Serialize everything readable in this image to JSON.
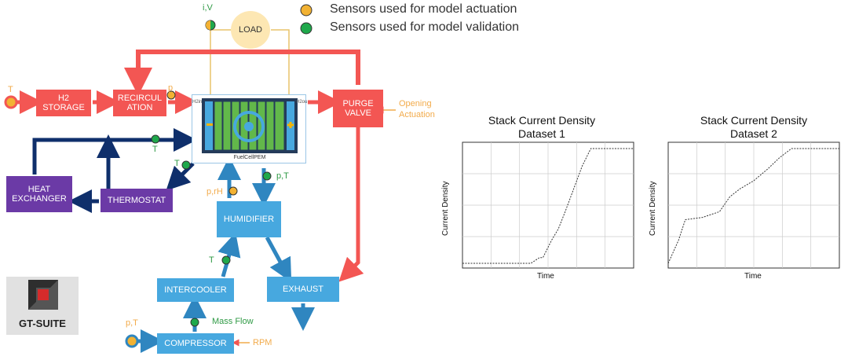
{
  "legend": {
    "actuation": "Sensors used for model actuation",
    "validation": "Sensors used for model validation"
  },
  "components": {
    "load": "LOAD",
    "h2_storage": [
      "H2",
      "STORAGE"
    ],
    "recirculation": [
      "RECIRCUL",
      "ATION"
    ],
    "purge_valve": [
      "PURGE",
      "VALVE"
    ],
    "heat_exchanger": [
      "HEAT",
      "EXCHANGER"
    ],
    "thermostat": "THERMOSTAT",
    "humidifier": "HUMIDIFIER",
    "intercooler": "INTERCOOLER",
    "exhaust": "EXHAUST",
    "compressor": "COMPRESSOR",
    "fuel_cell": "FuelCellPEM"
  },
  "sensor_labels": {
    "load_iv": "i,V",
    "h2_t": "T",
    "recirc_p": "p",
    "coolant_t_top": "T",
    "coolant_t_mid": "T",
    "humid_prh": "p,rH",
    "stack_pt": "p,T",
    "intercooler_t": "T",
    "mass_flow": "Mass Flow",
    "compressor_pt": "p,T",
    "opening": "Opening",
    "actuation": "Actuation",
    "rpm": "RPM"
  },
  "logo": "GT-SUITE",
  "colors": {
    "hydrogen_line": "#f35653",
    "coolant_line": "#0f2f6b",
    "air_line": "#2f86c0",
    "actuation_sensor": "#f2b233",
    "validation_sensor": "#1fa84b"
  },
  "chart_data": [
    {
      "type": "line",
      "title": [
        "Stack Current Density",
        "Dataset 1"
      ],
      "xlabel": "Time",
      "ylabel": "Current Density",
      "x": [
        0,
        0.1,
        0.2,
        0.3,
        0.4,
        0.45,
        0.47,
        0.52,
        0.56,
        0.6,
        0.65,
        0.7,
        0.75,
        1.0
      ],
      "y": [
        0,
        0,
        0,
        0,
        0,
        0.05,
        0.05,
        0.2,
        0.3,
        0.45,
        0.65,
        0.85,
        1.0,
        1.0
      ],
      "grid": true
    },
    {
      "type": "line",
      "title": [
        "Stack Current Density",
        "Dataset 2"
      ],
      "xlabel": "Time",
      "ylabel": "Current Density",
      "x": [
        0,
        0.06,
        0.1,
        0.2,
        0.3,
        0.36,
        0.42,
        0.5,
        0.58,
        0.65,
        0.72,
        0.78,
        1.0
      ],
      "y": [
        0,
        0.2,
        0.38,
        0.4,
        0.45,
        0.58,
        0.65,
        0.72,
        0.82,
        0.92,
        1.0,
        1.0,
        1.0
      ],
      "grid": true
    }
  ]
}
